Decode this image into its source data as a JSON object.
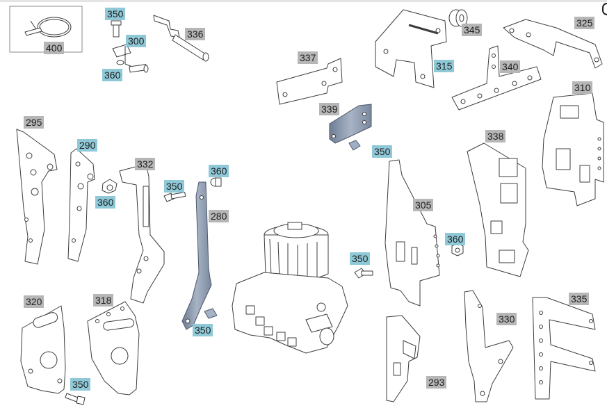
{
  "callouts": {
    "c400": "400",
    "c350a": "350",
    "c300": "300",
    "c360a": "360",
    "c336": "336",
    "c337": "337",
    "c315": "315",
    "c345": "345",
    "c325": "325",
    "c340": "340",
    "c310": "310",
    "c339": "339",
    "c350b": "350",
    "c338": "338",
    "c295": "295",
    "c290": "290",
    "c332": "332",
    "c360b": "360",
    "c350c": "350",
    "c360c": "360",
    "c280": "280",
    "c305": "305",
    "c360d": "360",
    "c350d": "350",
    "c320": "320",
    "c318": "318",
    "c350e": "350",
    "c293": "293",
    "c330": "330",
    "c335": "335",
    "c350f": "350"
  },
  "colors": {
    "grey_label": "#b6b6b6",
    "blue_label": "#8fc9d8",
    "highlight_part": "#8d9bb0"
  }
}
